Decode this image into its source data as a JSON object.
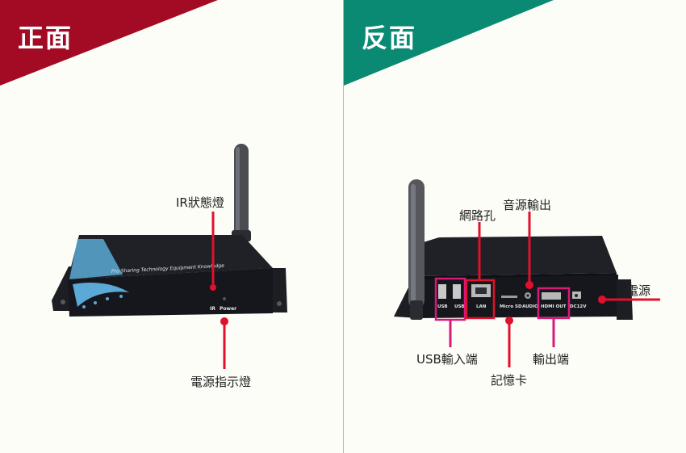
{
  "front": {
    "heading": "正面",
    "color": "#a30b25",
    "callouts": {
      "ir_light": "IR狀態燈",
      "power_light": "電源指示燈"
    },
    "device_text": {
      "brand_line": "Pro-Sharing Technology Equipment Knowledge",
      "ir": "IR",
      "power": "Power"
    }
  },
  "back": {
    "heading": "反面",
    "color": "#0a8a73",
    "callouts": {
      "lan": "網路孔",
      "audio": "音源輸出",
      "power": "電源",
      "usb": "USB輸入端",
      "card": "記憶卡",
      "hdmi": "輸出端"
    },
    "port_labels": {
      "usb1": "USB",
      "usb2": "USB",
      "lan": "LAN",
      "micro_sd": "Micro SD",
      "audio": "AUDIO",
      "hdmi": "HDMI OUT",
      "dc": "DC12V"
    }
  },
  "colors": {
    "callout_line": "#e0112c",
    "highlight_box": "#d9197a",
    "device_body": "#15171d",
    "accent_blue": "#5aa9d6"
  }
}
